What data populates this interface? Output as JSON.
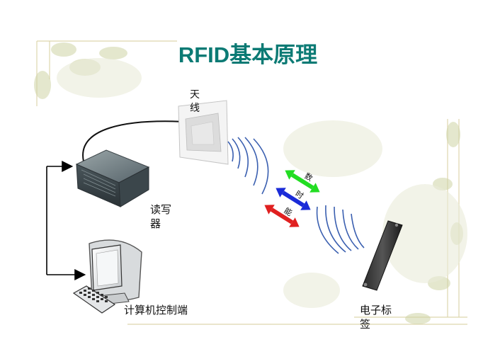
{
  "title": {
    "latin": "RFID",
    "cjk": "基本原理"
  },
  "labels": {
    "antenna": "天线",
    "reader": "读写器",
    "computer": "计算机控制端",
    "tag": "电子标签"
  },
  "arrows": [
    {
      "text": "数",
      "color": "#22dd22"
    },
    {
      "text": "时",
      "color": "#1a2bd8"
    },
    {
      "text": "能",
      "color": "#e02020"
    }
  ],
  "colors": {
    "title": "#0b7a74",
    "wave": "#3a5fb0",
    "frame_vine": "#d9d2a8"
  }
}
